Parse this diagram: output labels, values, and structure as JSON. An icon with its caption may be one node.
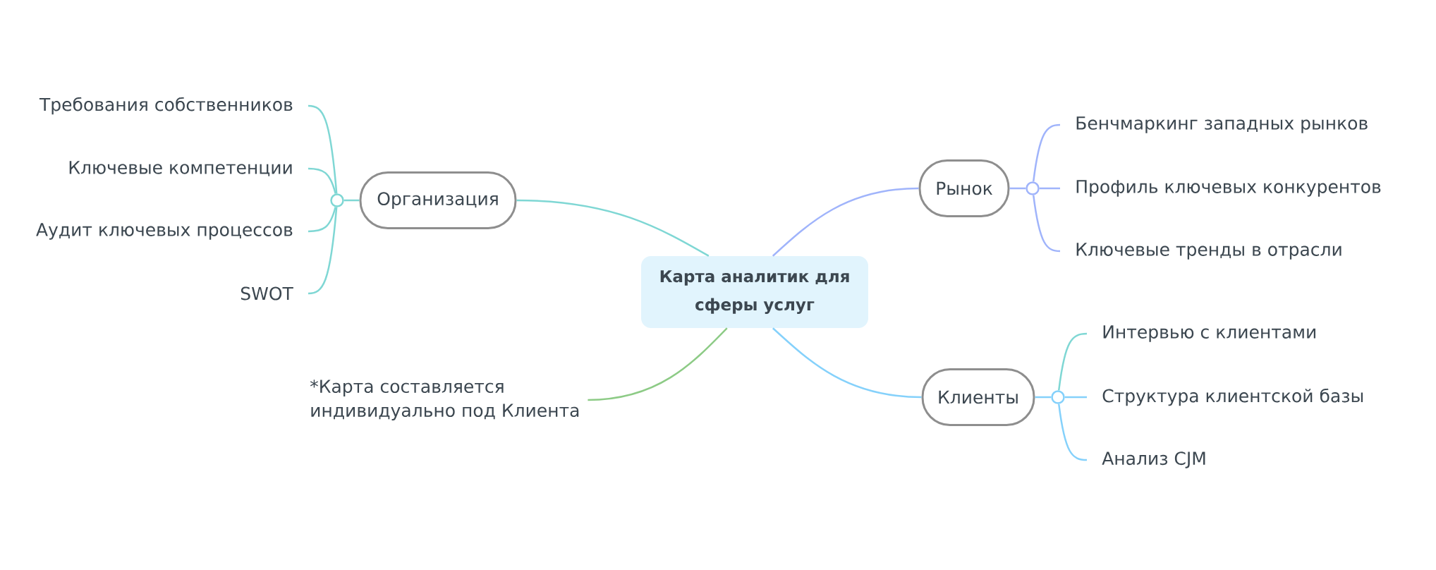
{
  "diagram": {
    "nodes": [
      {
        "text": [
          "Карта аналитик для сферы услуг"
        ]
      },
      {
        "text": [
          "Организация"
        ]
      },
      {
        "text": [],
        "shape": "circle"
      },
      {
        "text": [
          "Требования собственников"
        ]
      },
      {
        "text": [
          "Ключевые компетенции"
        ]
      },
      {
        "text": [
          "Аудит ключевых процессов"
        ]
      },
      {
        "text": [
          "SWOT"
        ]
      },
      {
        "text": [
          "Рынок"
        ]
      },
      {
        "text": [],
        "shape": "circle"
      },
      {
        "text": [
          "Бенчмаркинг западных рынков"
        ]
      },
      {
        "text": [
          "Профиль ключевых конкурентов"
        ]
      },
      {
        "text": [
          "Ключевые тренды в отрасли"
        ]
      },
      {
        "text": [
          "Клиенты"
        ]
      },
      {
        "text": [],
        "shape": "circle"
      },
      {
        "text": [
          "Интервью с клиентами"
        ]
      },
      {
        "text": [
          "Структура клиентской базы"
        ]
      },
      {
        "text": [
          "Анализ CJM"
        ]
      },
      {
        "text": [
          "*Карта составляется индивидуально под Клиента"
        ]
      }
    ],
    "edges": [
      {
        "from": 0,
        "to": 1,
        "arrow": "none"
      },
      {
        "from": 1,
        "to": 2,
        "arrow": "none"
      },
      {
        "from": 2,
        "to": 3,
        "arrow": "none"
      },
      {
        "from": 2,
        "to": 4,
        "arrow": "none"
      },
      {
        "from": 2,
        "to": 5,
        "arrow": "none"
      },
      {
        "from": 2,
        "to": 6,
        "arrow": "none"
      },
      {
        "from": 0,
        "to": 7,
        "arrow": "none",
        "color": "#a0b4fb"
      },
      {
        "from": 7,
        "to": 8,
        "arrow": "none",
        "color": "#a0b4fb"
      },
      {
        "from": 8,
        "to": 9,
        "arrow": "none",
        "color": "#a0b4fb"
      },
      {
        "from": 8,
        "to": 10,
        "arrow": "none",
        "color": "#a0b4fb"
      },
      {
        "from": 8,
        "to": 11,
        "arrow": "none",
        "color": "#a0b4fb"
      },
      {
        "from": 0,
        "to": 12,
        "arrow": "none",
        "color": "#85d1fb"
      },
      {
        "from": 12,
        "to": 13,
        "arrow": "none",
        "color": "#85d1fb"
      },
      {
        "from": 13,
        "to": 14,
        "arrow": "none"
      },
      {
        "from": 13,
        "to": 15,
        "arrow": "none",
        "color": "#85d1fb"
      },
      {
        "from": 13,
        "to": 16,
        "arrow": "none",
        "color": "#85d1fb"
      },
      {
        "from": 0,
        "to": 17,
        "arrow": "none",
        "color": "#8dcb86"
      }
    ]
  }
}
